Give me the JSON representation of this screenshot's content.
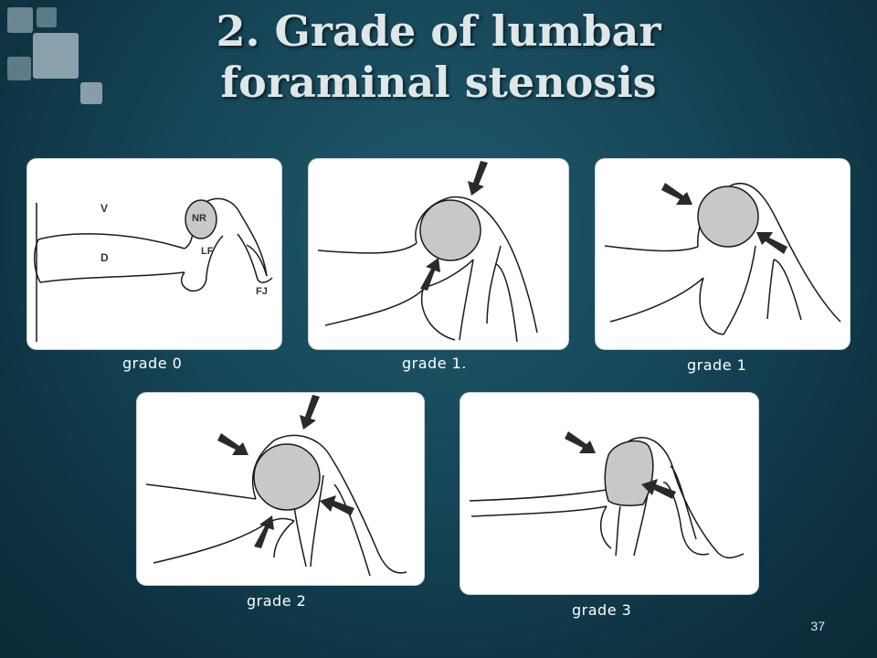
{
  "slide": {
    "title_line1": "2. Grade of lumbar",
    "title_line2": "foraminal stenosis",
    "page_number": "37"
  },
  "panels": [
    {
      "caption": "grade 0",
      "labels": {
        "v": "V",
        "d": "D",
        "nr": "NR",
        "lf": "LF",
        "fj": "FJ"
      }
    },
    {
      "caption": "grade 1."
    },
    {
      "caption": "grade 1"
    },
    {
      "caption": "grade 2"
    },
    {
      "caption": "grade 3"
    }
  ],
  "colors": {
    "background": "#154556",
    "title_text": "#dfe6e8",
    "nerve_root_fill": "#c8c8c8",
    "line": "#1a1a1a",
    "decor_squares": "#7f97a2"
  },
  "icons": [
    "arrow-icon"
  ]
}
